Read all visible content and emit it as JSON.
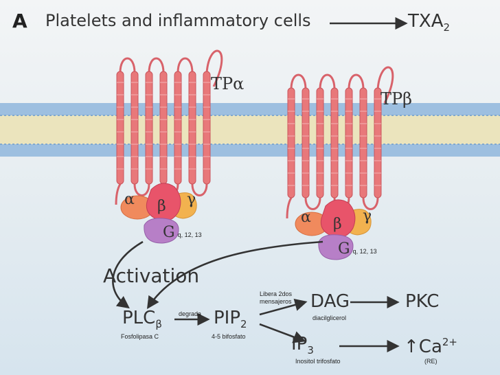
{
  "panel": {
    "letter": "A",
    "title": "Platelets and inflammatory cells",
    "product": "TXA",
    "product_sub": "2"
  },
  "receptors": {
    "left": {
      "label": "TPα",
      "alpha": "α",
      "beta": "β",
      "gamma": "γ",
      "g": "G",
      "g_sub": "q, 12, 13"
    },
    "right": {
      "label": "TPβ",
      "alpha": "α",
      "beta": "β",
      "gamma": "γ",
      "g": "G",
      "g_sub": "q, 12, 13"
    }
  },
  "pathway": {
    "activation": "Activation",
    "plc": "PLC",
    "plc_sub": "β",
    "plc_note": "Fosfolipasa C",
    "degrada": "degrada",
    "pip": "PIP",
    "pip_sub": "2",
    "pip_note": "4-5 bifosfato",
    "libera_line1": "Libera 2dos",
    "libera_line2": "mensajeros",
    "dag": "DAG",
    "dag_note": "diacilglicerol",
    "pkc": "PKC",
    "ip": "IP",
    "ip_sub": "3",
    "ip_note": "Inositol trifosfato",
    "ca": "↑Ca",
    "ca_sup": "2+",
    "ca_note": "(RE)"
  },
  "colors": {
    "helix": "#e8787a",
    "membrane_head": "#8fb4d8",
    "membrane_core": "#e9e2b8",
    "alpha": "#f08a5d",
    "beta": "#e8546a",
    "gamma": "#f2b24f",
    "g": "#b77fc7",
    "arrow": "#333333"
  }
}
